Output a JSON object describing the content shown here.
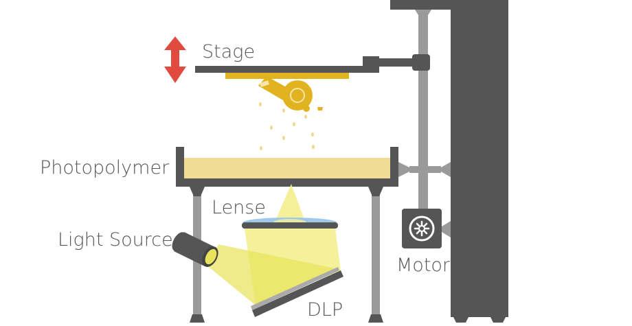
{
  "labels": {
    "stage": "Stage",
    "photopolymer": "Photopolymer",
    "lense": "Lense",
    "light_source": "Light Source",
    "motor": "Motor",
    "dlp": "DLP"
  },
  "icons": {
    "motion": "up-down-arrow-icon",
    "motor": "fan-gear-icon",
    "printed_part": "whistle-object-icon"
  },
  "colors": {
    "frame": "#555555",
    "resin": "#f2dc95",
    "part": "#e2b321",
    "arrow": "#e04a3f",
    "light": "#f3ee8a",
    "lens": "#9ec8e8",
    "rod": "#9a9a9a"
  }
}
